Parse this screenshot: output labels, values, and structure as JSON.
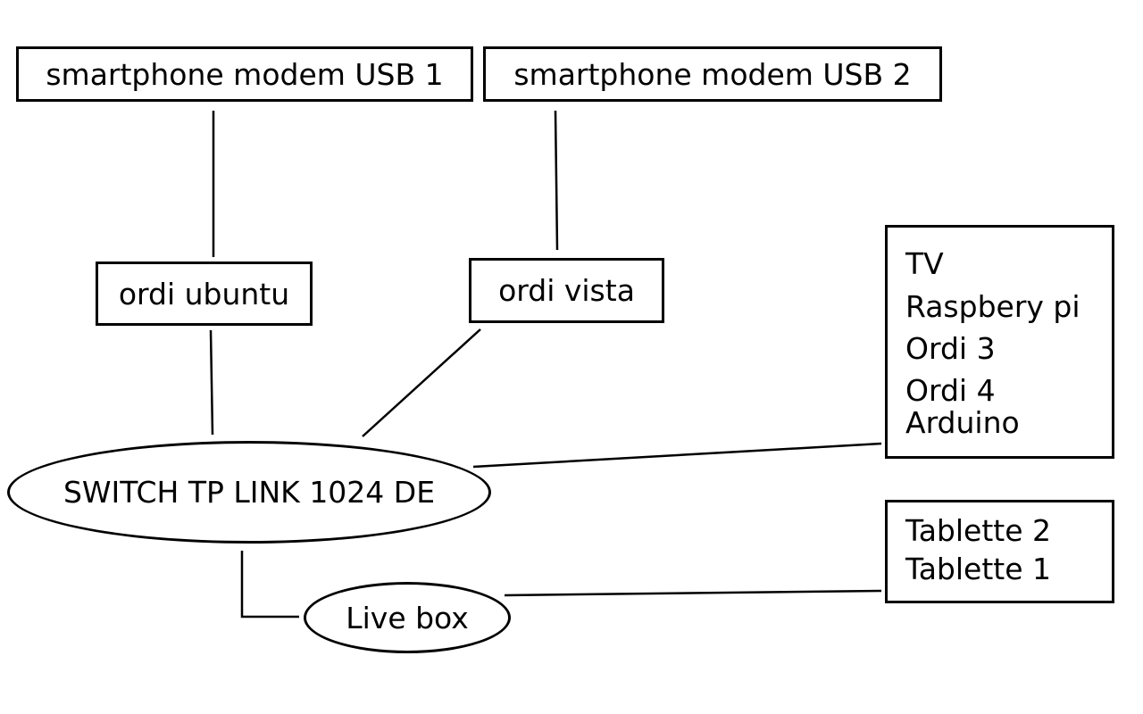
{
  "nodes": {
    "modem_usb_1": "smartphone modem USB 1",
    "modem_usb_2": "smartphone modem USB 2",
    "ordi_ubuntu": "ordi ubuntu",
    "ordi_vista": "ordi vista",
    "switch": "SWITCH TP LINK 1024 DE",
    "livebox": "Live box"
  },
  "devices_group": [
    "TV",
    "Raspbery pi",
    "Ordi 3",
    "Ordi 4",
    "Arduino"
  ],
  "tablets_group": [
    "Tablette 2",
    "Tablette 1"
  ]
}
